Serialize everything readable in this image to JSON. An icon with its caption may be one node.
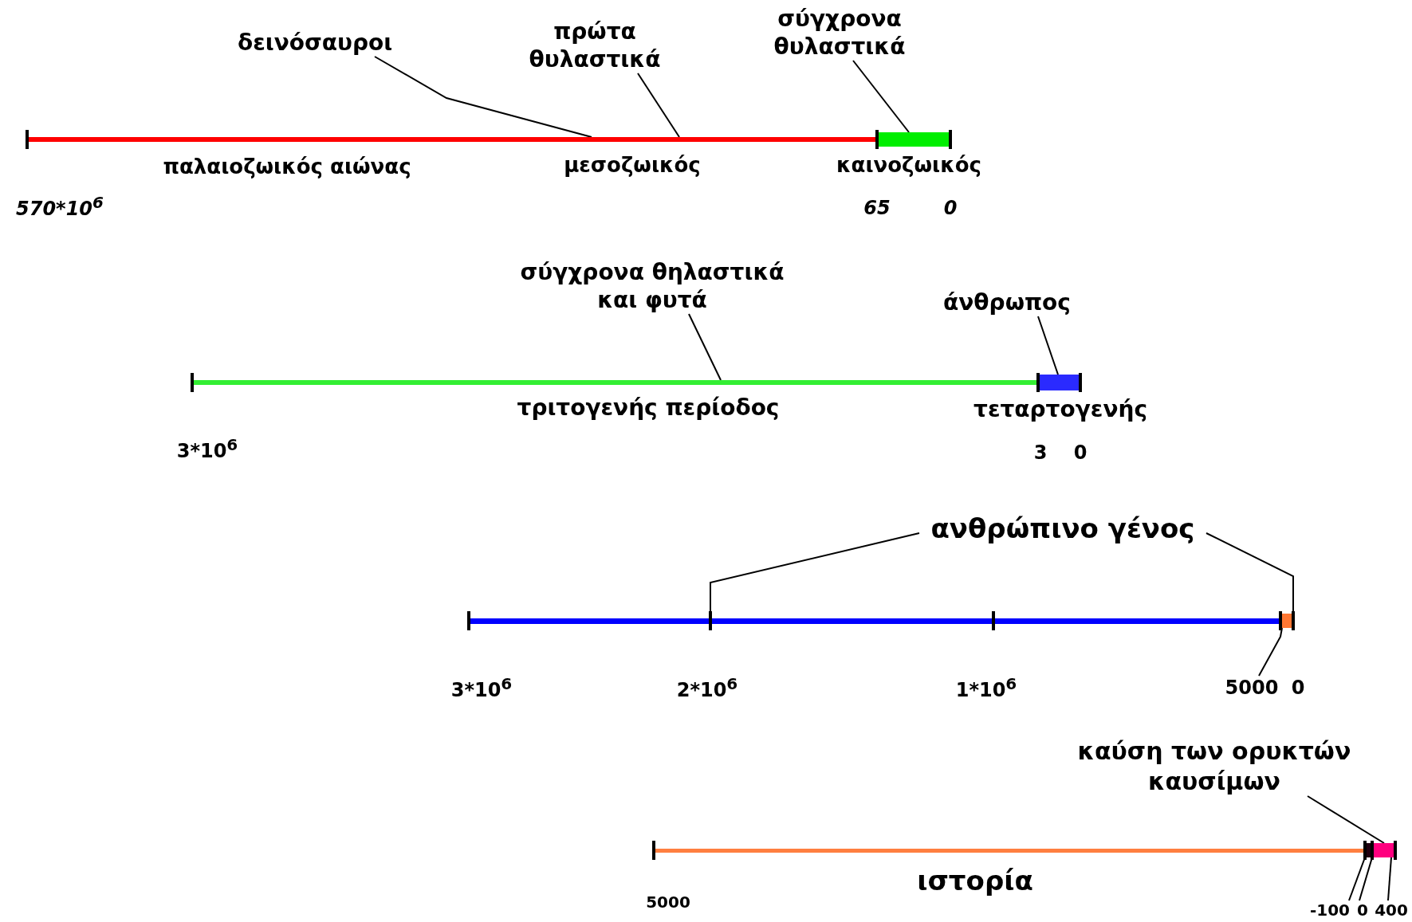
{
  "diagram": {
    "nodes": [
      {
        "text": [
          "δεινόσαυροι"
        ]
      },
      {
        "text": [
          "πρώτα θυλαστικά"
        ]
      },
      {
        "text": [
          "σύγχρονα θυλαστικά"
        ]
      },
      {
        "text": [],
        "shape": "bar"
      },
      {
        "text": [],
        "shape": "bar"
      },
      {
        "text": [
          "σύγχρονα θηλαστικά και φυτά"
        ]
      },
      {
        "text": [
          "άνθρωπος"
        ]
      },
      {
        "text": [],
        "shape": "bar"
      },
      {
        "text": [],
        "shape": "bar"
      },
      {
        "text": [
          "ανθρώπινο γένος"
        ]
      },
      {
        "text": [],
        "shape": "bar"
      },
      {
        "text": [],
        "shape": "bar"
      },
      {
        "text": [
          "5000"
        ]
      },
      {
        "text": [
          "καύση των ορυκτών καυσίμων"
        ]
      },
      {
        "text": [],
        "shape": "bar"
      },
      {
        "text": [],
        "shape": "bar"
      },
      {
        "text": [],
        "shape": "bar"
      },
      {
        "text": [
          "-100"
        ]
      },
      {
        "text": [
          "0"
        ]
      },
      {
        "text": [
          "400"
        ]
      }
    ],
    "edges": [
      {
        "from": 0,
        "to": 3,
        "arrow": "none"
      },
      {
        "from": 1,
        "to": 3,
        "arrow": "none"
      },
      {
        "from": 2,
        "to": 4,
        "arrow": "none"
      },
      {
        "from": 5,
        "to": 7,
        "arrow": "none"
      },
      {
        "from": 6,
        "to": 8,
        "arrow": "none"
      },
      {
        "from": 9,
        "to": 10,
        "arrow": "none"
      },
      {
        "from": 9,
        "to": 11,
        "arrow": "none"
      },
      {
        "from": 12,
        "to": 11,
        "arrow": "none"
      },
      {
        "from": 13,
        "to": 16,
        "arrow": "none"
      },
      {
        "from": 17,
        "to": 15,
        "arrow": "none"
      },
      {
        "from": 18,
        "to": 16,
        "arrow": "none"
      },
      {
        "from": 19,
        "to": 16,
        "arrow": "none"
      }
    ],
    "labels": [
      "παλαιοζωικός αιώνας",
      "μεσοζωικός",
      "καινοζωικός",
      "570*10$^{6}$",
      "65",
      "0",
      "τριτογενής περίοδος",
      "τεταρτογενής",
      "3*10$^{6}$",
      "3",
      "0",
      "3*10$^{6}$",
      "2*10$^{6}$",
      "1*10$^{6}$",
      "0",
      "ιστορία",
      "5000"
    ]
  }
}
